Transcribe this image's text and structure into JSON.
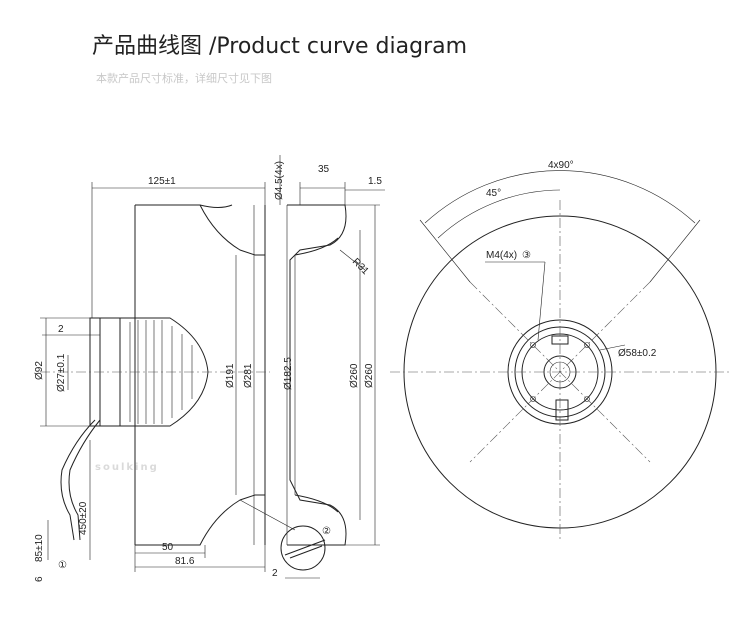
{
  "header": {
    "title": "产品曲线图 /Product curve diagram",
    "subtitle": "本款产品尺寸标准，详细尺寸见下图"
  },
  "watermark": "soulking",
  "dimensions": {
    "d125": "125±1",
    "d2_top": "2",
    "d92": "Ø92",
    "d27": "Ø27±0.1",
    "d191": "Ø191",
    "d281": "Ø281",
    "d182": "Ø182.5",
    "d260a": "Ø260",
    "d260b": "Ø260",
    "d45holes": "Ø4.5(4x)",
    "d35": "35",
    "d15": "1.5",
    "r31": "R31",
    "d50": "50",
    "d816": "81.6",
    "d2_bottom": "2",
    "d85": "85±10",
    "d6": "6",
    "d450": "450±20",
    "a4x90": "4x90°",
    "a45": "45°",
    "m4": "M4(4x)",
    "d58": "Ø58±0.2"
  },
  "callouts": {
    "c1": "①",
    "c2": "②",
    "c3": "③"
  }
}
